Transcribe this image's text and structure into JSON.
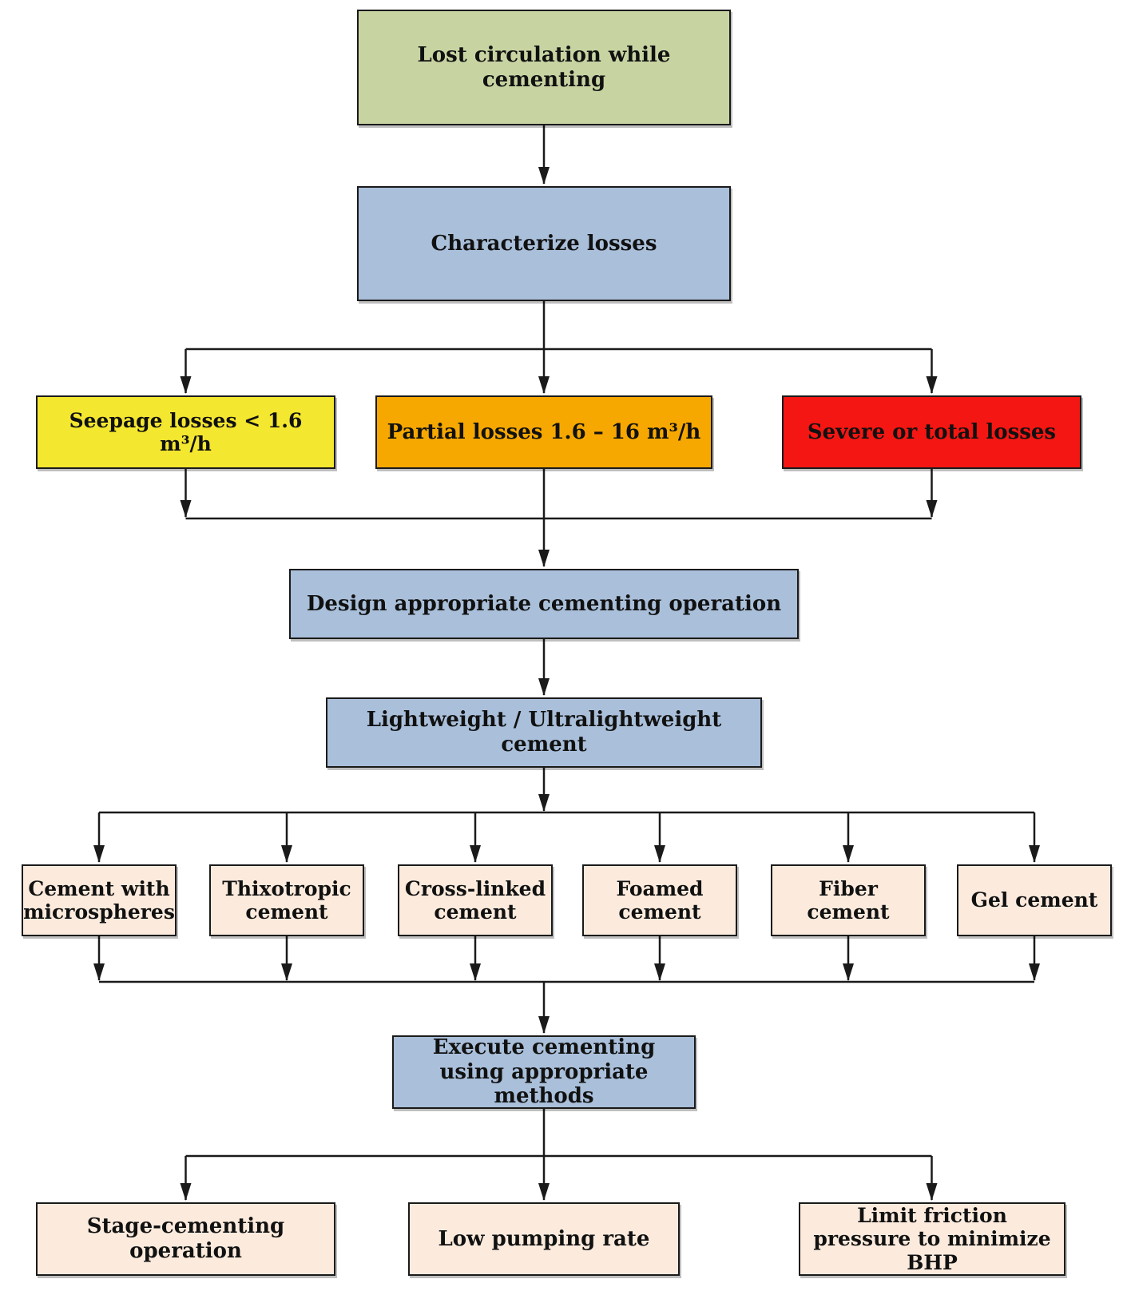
{
  "diagram": {
    "type": "flowchart",
    "nodes": {
      "start": {
        "label": "Lost circulation while cementing",
        "fill": "#c7d4a2"
      },
      "characterize": {
        "label": "Characterize losses",
        "fill": "#a9bfda"
      },
      "seepage": {
        "label": "Seepage losses < 1.6 m³/h",
        "fill": "#f4e72f"
      },
      "partial": {
        "label": "Partial losses 1.6 – 16 m³/h",
        "fill": "#f6a800"
      },
      "severe": {
        "label": "Severe or total losses",
        "fill": "#f41612"
      },
      "design": {
        "label": "Design appropriate cementing operation",
        "fill": "#a9bfda"
      },
      "lightweight": {
        "label": "Lightweight / Ultralightweight cement",
        "fill": "#a9bfda"
      },
      "microspheres": {
        "label": "Cement with microspheres",
        "fill": "#fcebdd"
      },
      "thixotropic": {
        "label": "Thixotropic cement",
        "fill": "#fcebdd"
      },
      "crosslinked": {
        "label": "Cross-linked cement",
        "fill": "#fcebdd"
      },
      "foamed": {
        "label": "Foamed cement",
        "fill": "#fcebdd"
      },
      "fiber": {
        "label": "Fiber cement",
        "fill": "#fcebdd"
      },
      "gel": {
        "label": "Gel cement",
        "fill": "#fcebdd"
      },
      "execute": {
        "label": "Execute cementing using appropriate methods",
        "fill": "#a9bfda"
      },
      "stage": {
        "label": "Stage-cementing operation",
        "fill": "#fcebdd"
      },
      "low_rate": {
        "label": "Low pumping rate",
        "fill": "#fcebdd"
      },
      "limit_friction": {
        "label": "Limit friction pressure to minimize BHP",
        "fill": "#fcebdd"
      }
    },
    "colors": {
      "line": "#1a1a1a",
      "border": "#1a1a1a",
      "start_fill": "#c7d4a2",
      "process_fill": "#a9bfda",
      "seepage_fill": "#f4e72f",
      "partial_fill": "#f6a800",
      "severe_fill": "#f41612",
      "option_fill": "#fcebdd"
    }
  }
}
